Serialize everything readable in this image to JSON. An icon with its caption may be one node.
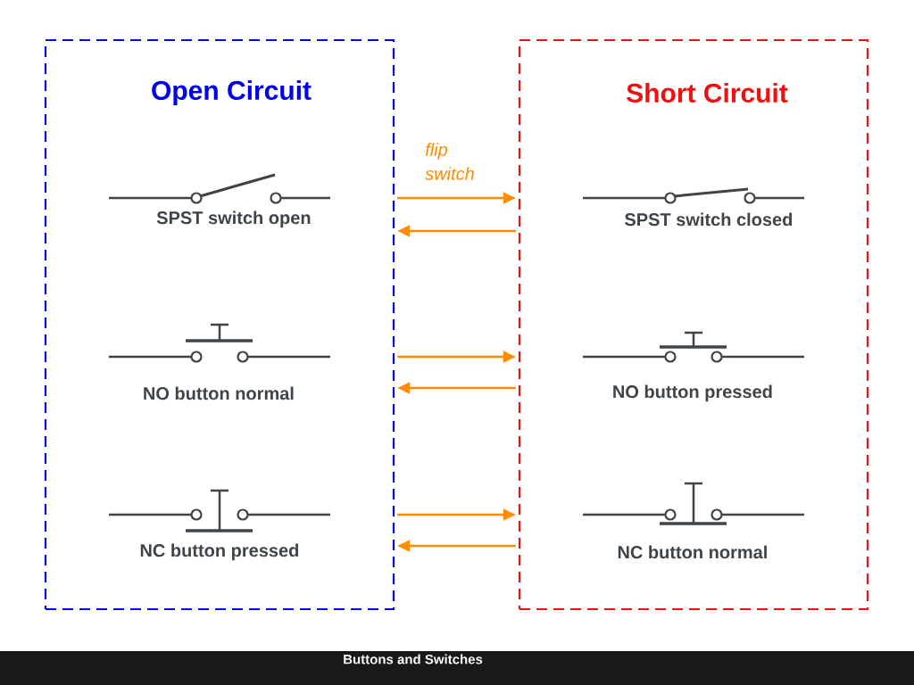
{
  "diagram": {
    "nodes": [
      {
        "text": [
          "Open Circuit"
        ]
      },
      {
        "text": [
          "Short Circuit"
        ]
      },
      {
        "text": [
          "SPST switch open"
        ],
        "in": 0
      },
      {
        "text": [
          "NO button normal"
        ],
        "in": 0
      },
      {
        "text": [
          "NC button pressed"
        ],
        "in": 0
      },
      {
        "text": [
          "SPST switch closed"
        ],
        "in": 1
      },
      {
        "text": [
          "NO button pressed"
        ],
        "in": 1
      },
      {
        "text": [
          "NC button normal"
        ],
        "in": 1
      }
    ],
    "edges": [
      {
        "from": 0,
        "to": 1,
        "arrow": "to",
        "label": "flip switch"
      },
      {
        "from": 1,
        "to": 0,
        "arrow": "to"
      },
      {
        "from": 0,
        "to": 1,
        "arrow": "to"
      },
      {
        "from": 1,
        "to": 0,
        "arrow": "to"
      },
      {
        "from": 0,
        "to": 1,
        "arrow": "to"
      },
      {
        "from": 1,
        "to": 0,
        "arrow": "to"
      }
    ],
    "labels": [
      "Buttons and Switches"
    ]
  }
}
